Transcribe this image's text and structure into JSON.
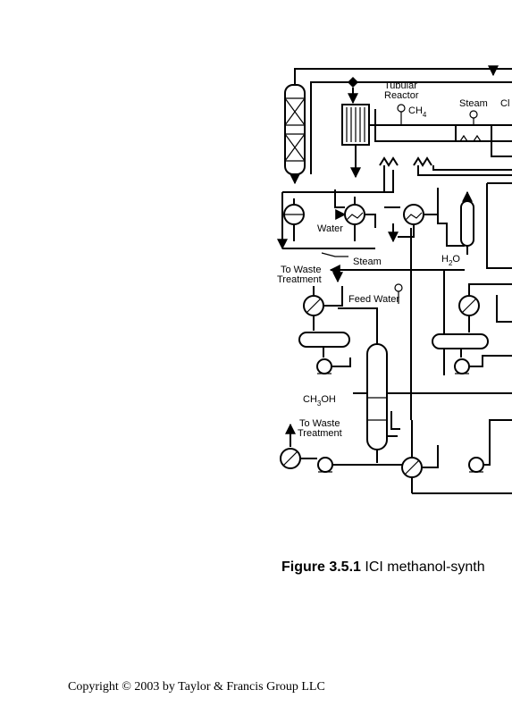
{
  "diagram": {
    "labels": {
      "tubular_reactor_line1": "Tubular",
      "tubular_reactor_line2": "Reactor",
      "ch4_top": "CH",
      "ch4_top_sub": "4",
      "steam_top": "Steam",
      "ch_cut": "Cl",
      "water": "Water",
      "steam_mid": "Steam",
      "h2o": "H",
      "h2o_sub": "2",
      "h2o_o": "O",
      "to_waste_1_line1": "To Waste",
      "to_waste_1_line2": "Treatment",
      "feed_water": "Feed Water",
      "ch3oh_a": "CH",
      "ch3oh_sub": "3",
      "ch3oh_b": "OH",
      "to_waste_2_line1": "To Waste",
      "to_waste_2_line2": "Treatment"
    }
  },
  "caption": {
    "figure_number": "Figure 3.5.1",
    "text": " ICI methanol-synth"
  },
  "footer": {
    "copyright": "Copyright © 2003 by Taylor & Francis Group LLC"
  }
}
